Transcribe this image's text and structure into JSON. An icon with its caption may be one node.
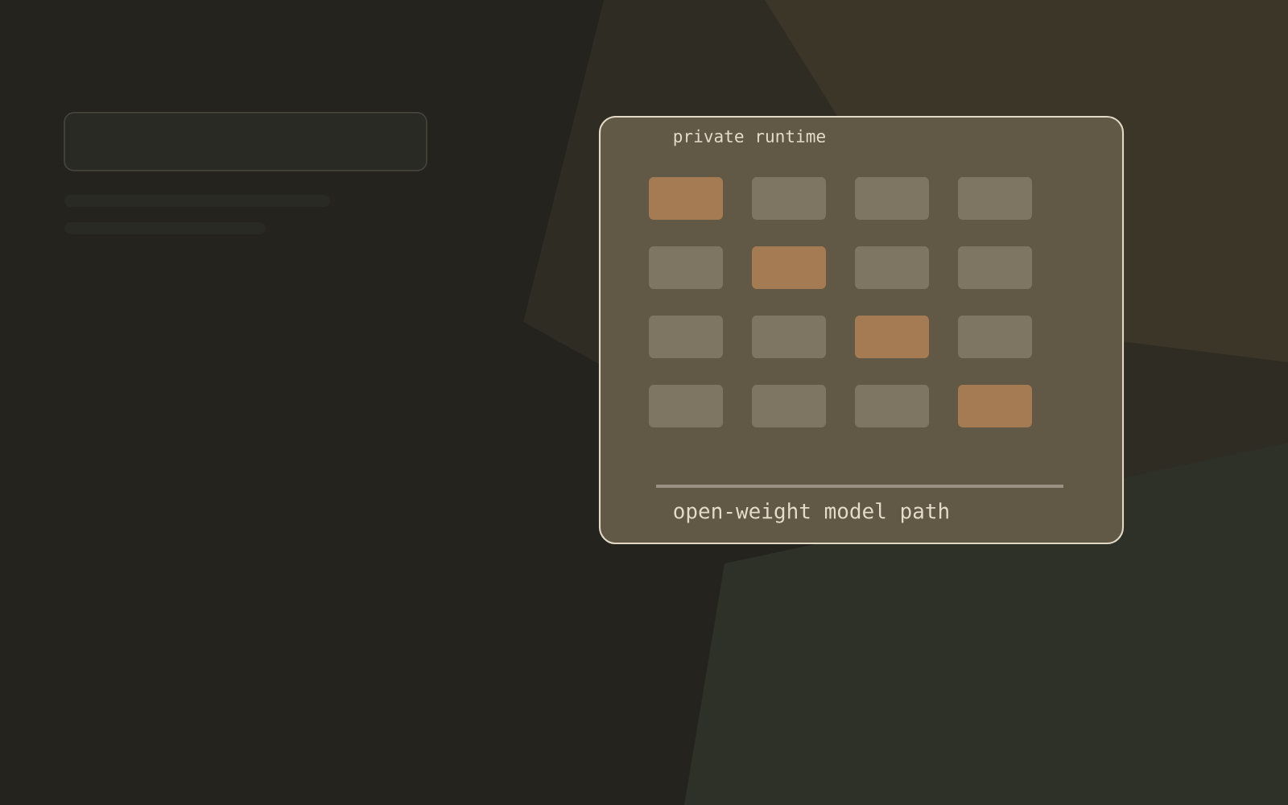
{
  "diagram": {
    "nodes": [
      {
        "text": [],
        "shape": "box"
      },
      {
        "text": [
          "private runtime",
          "open-weight model path"
        ]
      },
      {
        "text": [],
        "shape": "box",
        "in": 1
      },
      {
        "text": [],
        "shape": "box",
        "in": 1
      },
      {
        "text": [],
        "shape": "box",
        "in": 1
      },
      {
        "text": [],
        "shape": "box",
        "in": 1
      },
      {
        "text": [],
        "shape": "box",
        "in": 1
      },
      {
        "text": [],
        "shape": "box",
        "in": 1
      },
      {
        "text": [],
        "shape": "box",
        "in": 1
      },
      {
        "text": [],
        "shape": "box",
        "in": 1
      },
      {
        "text": [],
        "shape": "box",
        "in": 1
      },
      {
        "text": [],
        "shape": "box",
        "in": 1
      },
      {
        "text": [],
        "shape": "box",
        "in": 1
      },
      {
        "text": [],
        "shape": "box",
        "in": 1
      },
      {
        "text": [],
        "shape": "box",
        "in": 1
      },
      {
        "text": [],
        "shape": "box",
        "in": 1
      },
      {
        "text": [],
        "shape": "box",
        "in": 1
      },
      {
        "text": [],
        "shape": "box",
        "in": 1
      }
    ]
  }
}
